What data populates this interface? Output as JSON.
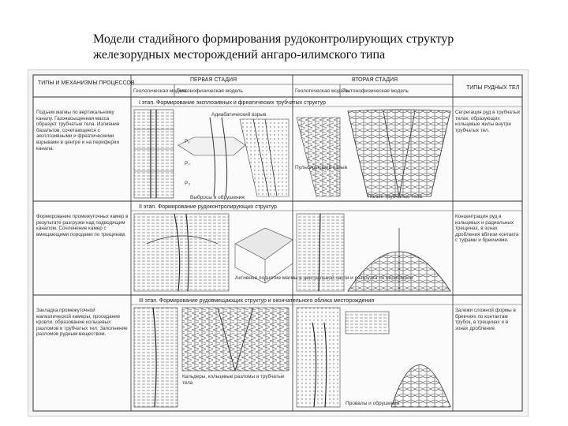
{
  "title": {
    "line1": "Модели стадийного формирования рудоконтролирующих структур",
    "line2": "железорудных месторождений ангаро-илимского типа"
  },
  "header": {
    "col_types": "ТИПЫ И МЕХАНИЗМЫ ПРОЦЕССОВ",
    "first_stage": "ПЕРВАЯ СТАДИЯ",
    "second_stage": "ВТОРАЯ СТАДИЯ",
    "ore_types": "ТИПЫ РУДНЫХ ТЕЛ",
    "geo_model_1": "Геологическая модель",
    "tect_model_1": "Тектонофизическая модель",
    "geo_model_2": "Геологическая модель",
    "tect_model_2": "Тектонофизическая модель"
  },
  "stages": [
    {
      "title": "I этап. Формирование эксплозивных и фреатических трубчатых структур",
      "process_text": "Подъем магмы по вертикальному каналу. Газонасыщенная масса образует трубчатые тела. Излияние базальтов, сочетающееся с эксплозивными и фреатическими взрывами в центре и на периферии канала.",
      "labels": [
        "Адиабатический взрыв",
        "P₁",
        "P₂",
        "P₃",
        "Выбросы и обрушения",
        "Пульсирующий взрыв",
        "Полые трубчатые тела"
      ],
      "ore_text": "Сегрегация руд в трубчатых телах, образующих кольцевые жилы внутри трубчатых тел."
    },
    {
      "title": "II этап. Формирование рудоконтролирующих структур",
      "process_text": "Формирование промежуточных камер в результате разгрузки над подводящим каналом. Сочленение камер с вмещающими породами по трещинам.",
      "labels": [
        "Активное поднятие магмы в центральной части и разгрузка по периферии"
      ],
      "ore_text": "Концентрация руд в кольцевых и радиальных трещинах, в зонах дробления вблизи контакта с туфами и брекчиями."
    },
    {
      "title": "III этап. Формирование рудовмещающих структур и окончательного облика месторождения",
      "process_text": "Закладка промежуточной магматической камеры, проседание кровли, образование кольцевых разломов и трубчатых тел. Заполнение разломов рудным веществом.",
      "labels": [
        "Кальдеры, кольцевые разломы и трубчатые тела",
        "Провалы и обрушения"
      ],
      "ore_text": "Залежи сложной формы в брекчиях по контактам трубок, в трещинах и в зонах дробления."
    }
  ]
}
